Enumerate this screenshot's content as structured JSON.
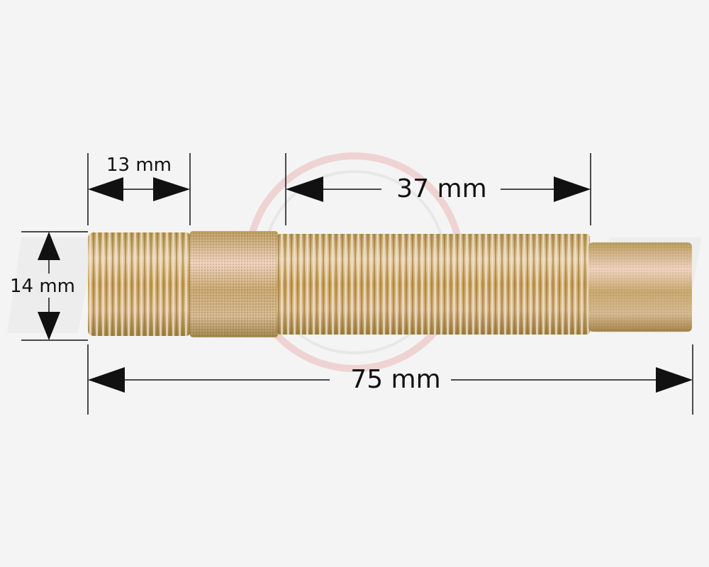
{
  "dimensions": {
    "left_thread_length": "13 mm",
    "right_thread_length": "37 mm",
    "diameter": "14 mm",
    "total_length": "75 mm"
  },
  "colors": {
    "background": "#f4f4f4",
    "dimension_line": "#111111",
    "bolt_zinc_gold": "#c9a85a",
    "bolt_highlight": "#e8c9b0",
    "watermark": "#e06060"
  }
}
